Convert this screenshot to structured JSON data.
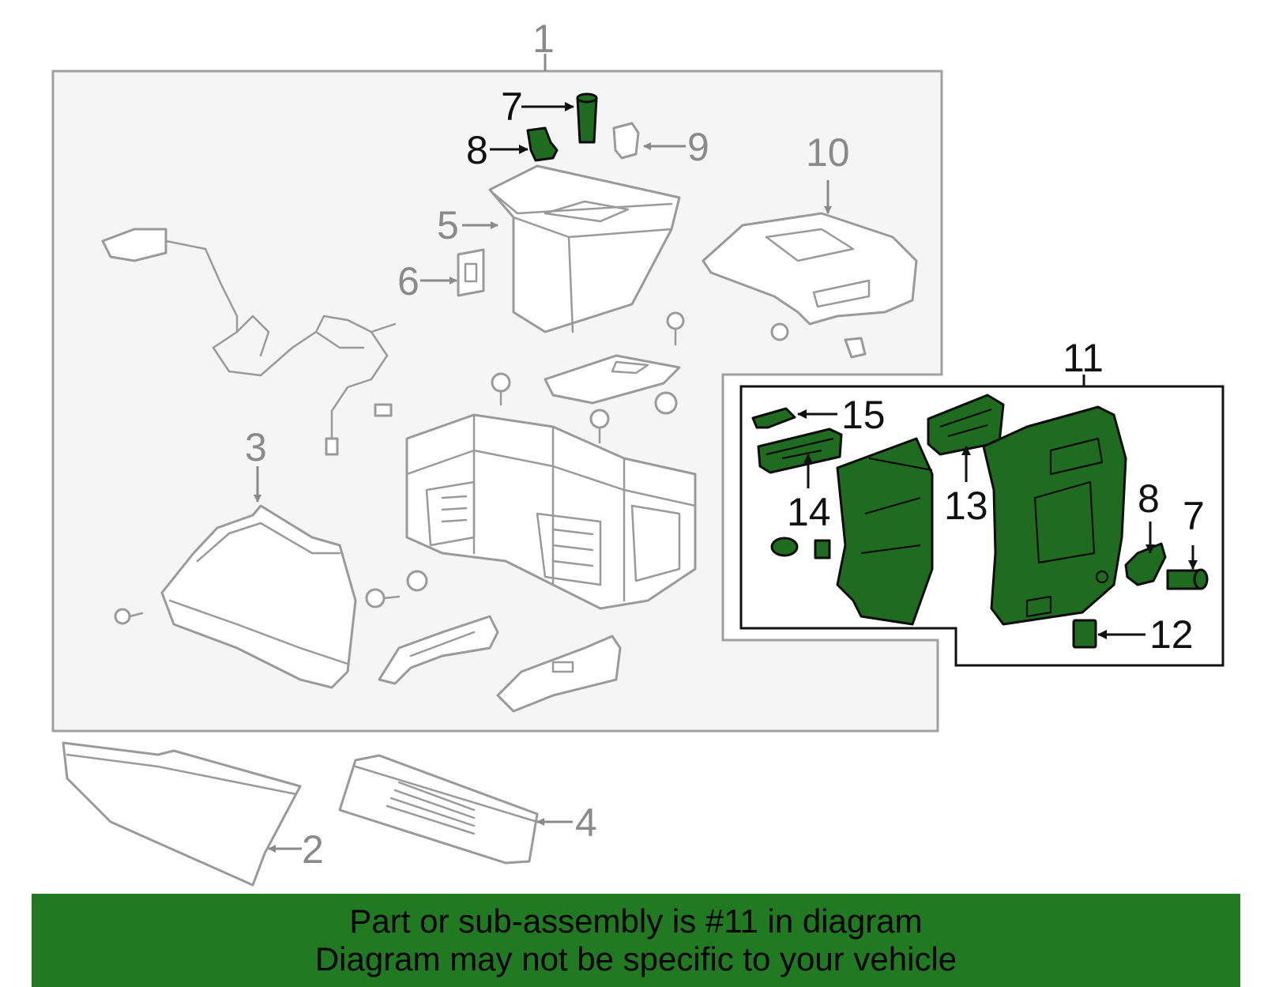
{
  "callouts": {
    "c1": "1",
    "c2": "2",
    "c3": "3",
    "c4": "4",
    "c5": "5",
    "c6": "6",
    "c7a": "7",
    "c8a": "8",
    "c9": "9",
    "c10": "10",
    "c11": "11",
    "c12": "12",
    "c13": "13",
    "c14": "14",
    "c15": "15",
    "c8b": "8",
    "c7b": "7"
  },
  "highlight_color": "#217a21",
  "banner": {
    "line1": "Part or sub-assembly is #11 in diagram",
    "line2": "Diagram may not be specific to your vehicle"
  }
}
